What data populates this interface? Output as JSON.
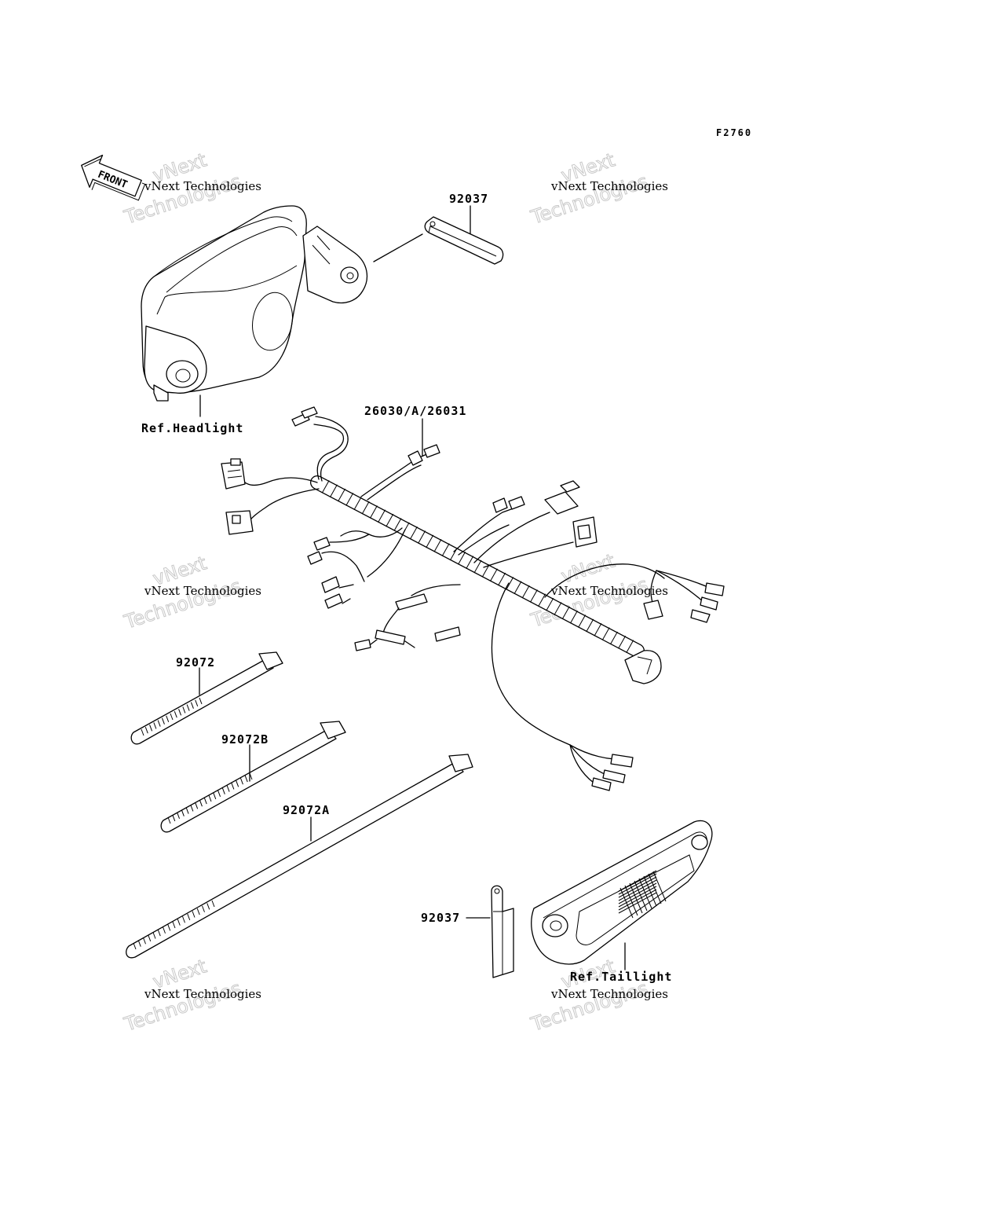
{
  "diagram_code": "F2760",
  "front_arrow": {
    "label": "FRONT"
  },
  "callouts": {
    "bracket_top": "92037",
    "harness": "26030/A/26031",
    "headlight_ref": "Ref.Headlight",
    "tie_short": "92072",
    "tie_medium": "92072B",
    "tie_long": "92072A",
    "bracket_bottom": "92037",
    "taillight_ref": "Ref.Taillight"
  },
  "watermark": {
    "line_company": "vNext Technologies",
    "line_brand_top": "vNext",
    "line_brand_bottom": "Technologies"
  }
}
